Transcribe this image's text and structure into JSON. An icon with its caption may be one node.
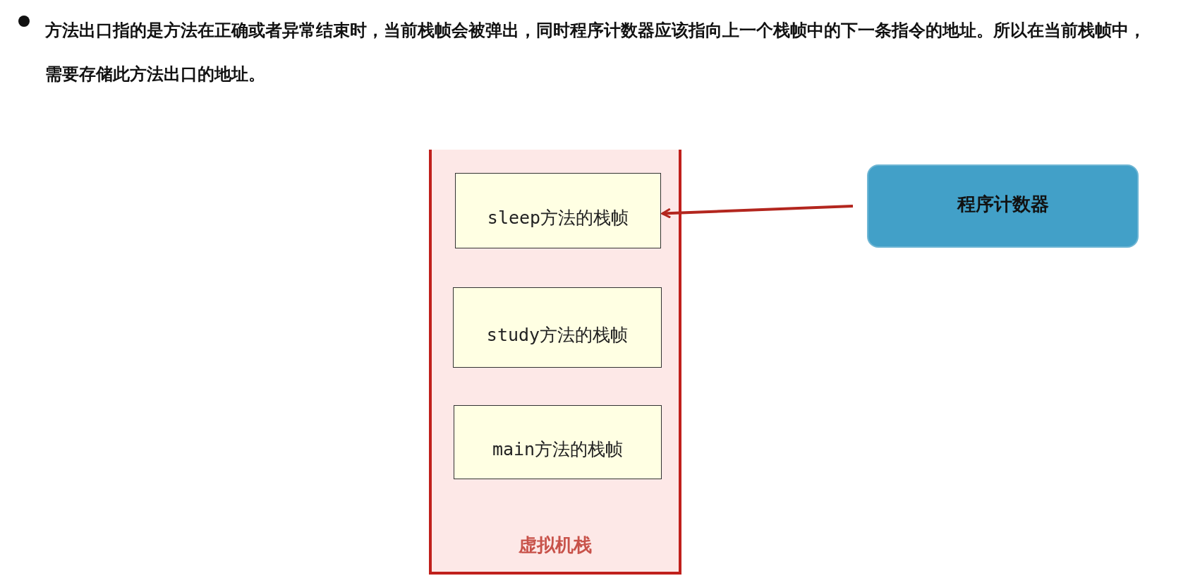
{
  "diagram": {
    "nodes": [
      {
        "text": [
          "虚拟机栈"
        ]
      },
      {
        "text": [
          "sleep方法的栈帧"
        ],
        "in": 0
      },
      {
        "text": [
          "study方法的栈帧"
        ],
        "in": 0
      },
      {
        "text": [
          "main方法的栈帧"
        ],
        "in": 0
      },
      {
        "text": [
          "程序计数器"
        ]
      }
    ],
    "edges": [
      {
        "from": 4,
        "to": 1,
        "arrow": "to",
        "color": "#b3261e"
      }
    ],
    "labels": [
      "方法出口指的是方法在正确或者异常结束时，当前栈帧会被弹出，同时程序计数器应该指向上一个栈帧中的下一条指令的地址。所以在当前栈帧中，需要存储此方法出口的地址。"
    ]
  }
}
